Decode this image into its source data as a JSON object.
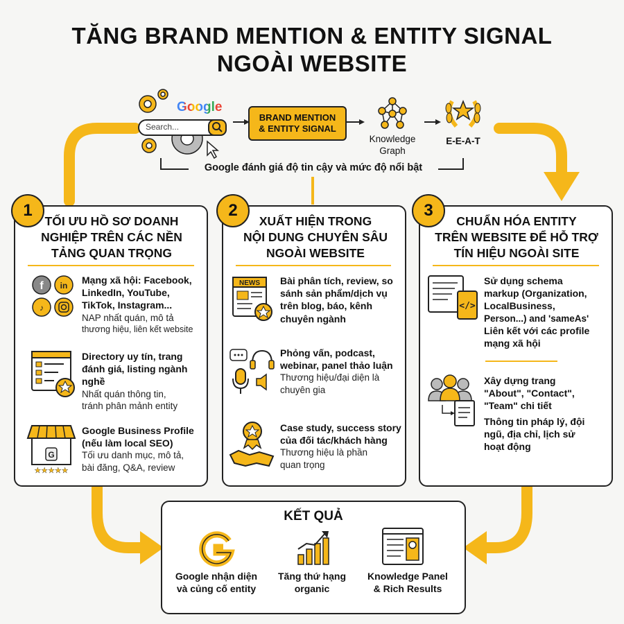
{
  "header": {
    "title_line1": "TĂNG BRAND MENTION & ENTITY SIGNAL",
    "title_line2": "NGOÀI WEBSITE"
  },
  "top_flow": {
    "google_logo": "Google",
    "search_placeholder": "Search...",
    "pill_line1": "BRAND MENTION",
    "pill_line2": "& ENTITY SIGNAL",
    "kg_line1": "Knowledge",
    "kg_line2": "Graph",
    "eeat": "E-E-A-T",
    "caption": "Google đánh giá độ tin cậy và mức độ nổi bật"
  },
  "columns": [
    {
      "number": "1",
      "title": [
        "TỐI ƯU HỒ SƠ DOANH",
        "NGHIỆP TRÊN CÁC NỀN",
        "TẢNG QUAN TRỌNG"
      ],
      "items": [
        {
          "main": [
            "Mạng xã hội: Facebook,",
            "LinkedIn, YouTube,",
            "TikTok, Instagram..."
          ],
          "sub": [
            "NAP nhất quán, mô tả",
            "thương hiệu, liên kết website"
          ],
          "icon": "social-icons"
        },
        {
          "main": [
            "Directory uy tín, trang",
            "đánh giá, listing ngành",
            "nghề"
          ],
          "sub": [
            "Nhất quán thông tin,",
            "tránh phân mảnh entity"
          ],
          "icon": "directory-icon"
        },
        {
          "main": [
            "Google Business Profile",
            "(nếu làm local SEO)"
          ],
          "sub": [
            "Tối ưu danh mục, mô tả,",
            "bài đăng, Q&A, review"
          ],
          "icon": "storefront-icon"
        }
      ]
    },
    {
      "number": "2",
      "title": [
        "XUẤT HIỆN TRONG",
        "NỘI DUNG CHUYÊN SÂU",
        "NGOÀI WEBSITE"
      ],
      "items": [
        {
          "main": [
            "Bài phân tích, review, so",
            "sánh sản phẩm/dịch vụ",
            "trên blog, báo, kênh",
            "chuyên ngành"
          ],
          "sub": [],
          "icon": "news-icon",
          "news_label": "NEWS"
        },
        {
          "main": [
            "Phỏng vấn, podcast,",
            "webinar, panel thảo luận"
          ],
          "sub": [
            "Thương hiệu/đại diện là",
            "chuyên gia"
          ],
          "icon": "podcast-icon"
        },
        {
          "main": [
            "Case study, success story",
            "của đối tác/khách hàng"
          ],
          "sub": [
            "Thương hiệu là phần",
            "quan trọng"
          ],
          "icon": "handshake-icon"
        }
      ]
    },
    {
      "number": "3",
      "title": [
        "CHUẨN HÓA ENTITY",
        "TRÊN WEBSITE ĐỂ HỖ TRỢ",
        "TÍN HIỆU NGOÀI SITE"
      ],
      "items": [
        {
          "main": [
            "Sử dụng schema",
            "markup (Organization,",
            "LocalBusiness,",
            "Person...) and 'sameAs'",
            "Liên kết với các profile",
            "mạng xã hội"
          ],
          "sub": [],
          "icon": "schema-code-icon"
        },
        {
          "main": [
            "Xây dựng trang",
            "\"About\", \"Contact\",",
            "\"Team\" chi tiết"
          ],
          "sub": [
            "Thông tin pháp lý, đội",
            "ngũ, địa chỉ, lịch sử",
            "hoạt động"
          ],
          "icon": "team-doc-icon"
        }
      ]
    }
  ],
  "result": {
    "title": "KẾT QUẢ",
    "items": [
      {
        "line1": "Google nhận diện",
        "line2": "và củng cố entity",
        "icon": "google-g-icon"
      },
      {
        "line1": "Tăng thứ hạng",
        "line2": "organic",
        "icon": "growth-chart-icon"
      },
      {
        "line1": "Knowledge Panel",
        "line2": "& Rich Results",
        "icon": "knowledge-panel-icon"
      }
    ]
  },
  "colors": {
    "accent": "#f5b71a",
    "dark": "#222222",
    "google_blue": "#4285f4",
    "google_red": "#ea4335",
    "google_yellow": "#fbbc05",
    "google_green": "#34a853"
  }
}
